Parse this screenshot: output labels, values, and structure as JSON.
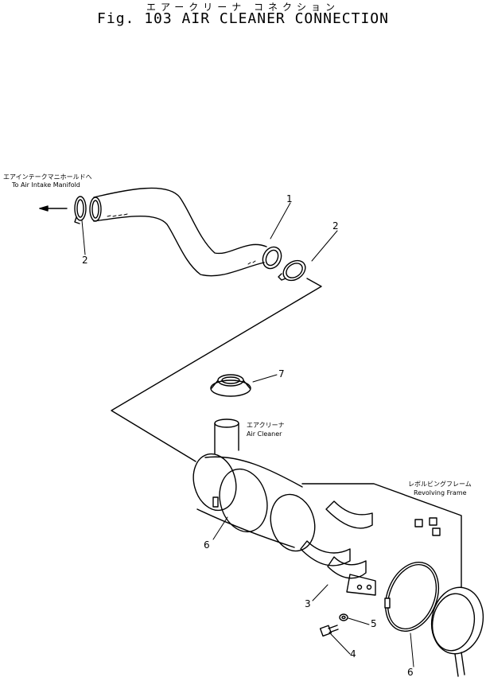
{
  "title": {
    "japanese": "エアークリーナ コネクション",
    "english": "Fig. 103 AIR CLEANER CONNECTION"
  },
  "labels": {
    "intake_jp": "エアインテークマニホールドへ",
    "intake_en": "To Air Intake Manifold",
    "cleaner_jp": "エアクリーナ",
    "cleaner_en": "Air Cleaner",
    "frame_jp": "レボルビングフレーム",
    "frame_en": "Revolving Frame"
  },
  "callouts": [
    "1",
    "2",
    "2",
    "7",
    "6",
    "3",
    "5",
    "4",
    "6"
  ]
}
